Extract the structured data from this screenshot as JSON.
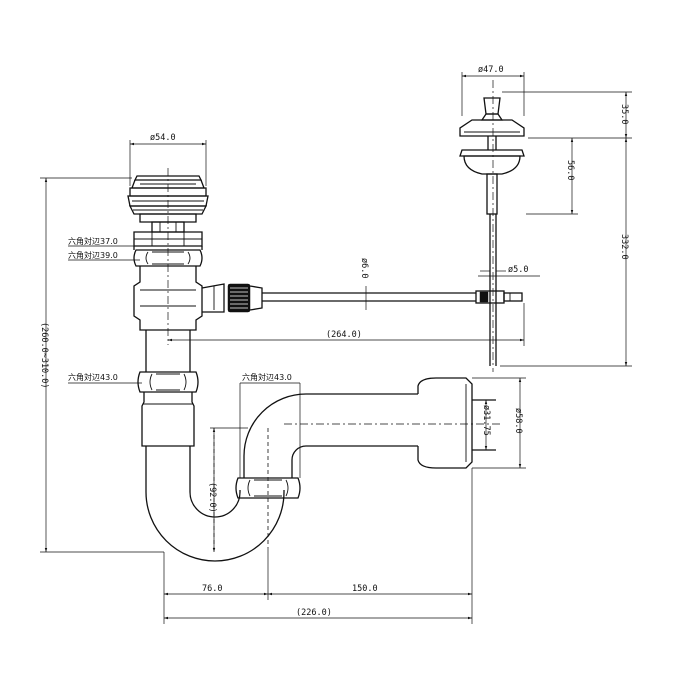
{
  "dimensions": {
    "pushrod_head_dia": "ø47.0",
    "pushrod_head_h": "35.0",
    "pushrod_stem_len": "56.0",
    "lever_height": "332.0",
    "lever_rod_dia": "ø5.0",
    "horizontal_rod_dia": "ø6.0",
    "horizontal_rod_len": "(264.0)",
    "drain_flange_dia": "ø54.0",
    "hex_nut_1": "六角対辺37.0",
    "hex_nut_2": "六角対辺39.0",
    "hex_nut_3": "六角対辺43.0",
    "hex_nut_4": "六角対辺43.0",
    "overall_height": "(260.0~310.0)",
    "trap_depth": "(92.0)",
    "outlet_pipe_dia": "ø31.75",
    "outlet_flange_dia": "ø58.0",
    "offset_76": "76.0",
    "offset_150": "150.0",
    "overall_width": "(226.0)"
  }
}
